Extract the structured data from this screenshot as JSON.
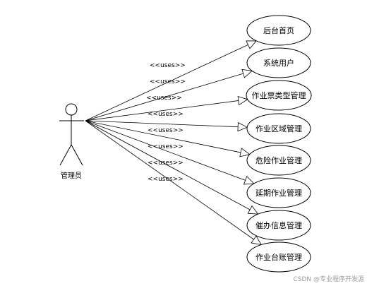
{
  "actor": {
    "label": "管理员"
  },
  "stereotype": "<<uses>>",
  "use_cases": [
    {
      "label": "后台首页"
    },
    {
      "label": "系统用户"
    },
    {
      "label": "作业票类型管理"
    },
    {
      "label": "作业区域管理"
    },
    {
      "label": "危险作业管理"
    },
    {
      "label": "延期作业管理"
    },
    {
      "label": "催办信息管理"
    },
    {
      "label": "作业台账管理"
    }
  ],
  "watermark": "CSDN @专业程序开发源",
  "colors": {
    "stroke": "#000000",
    "background": "#ffffff",
    "watermark": "#9a9a9a"
  }
}
